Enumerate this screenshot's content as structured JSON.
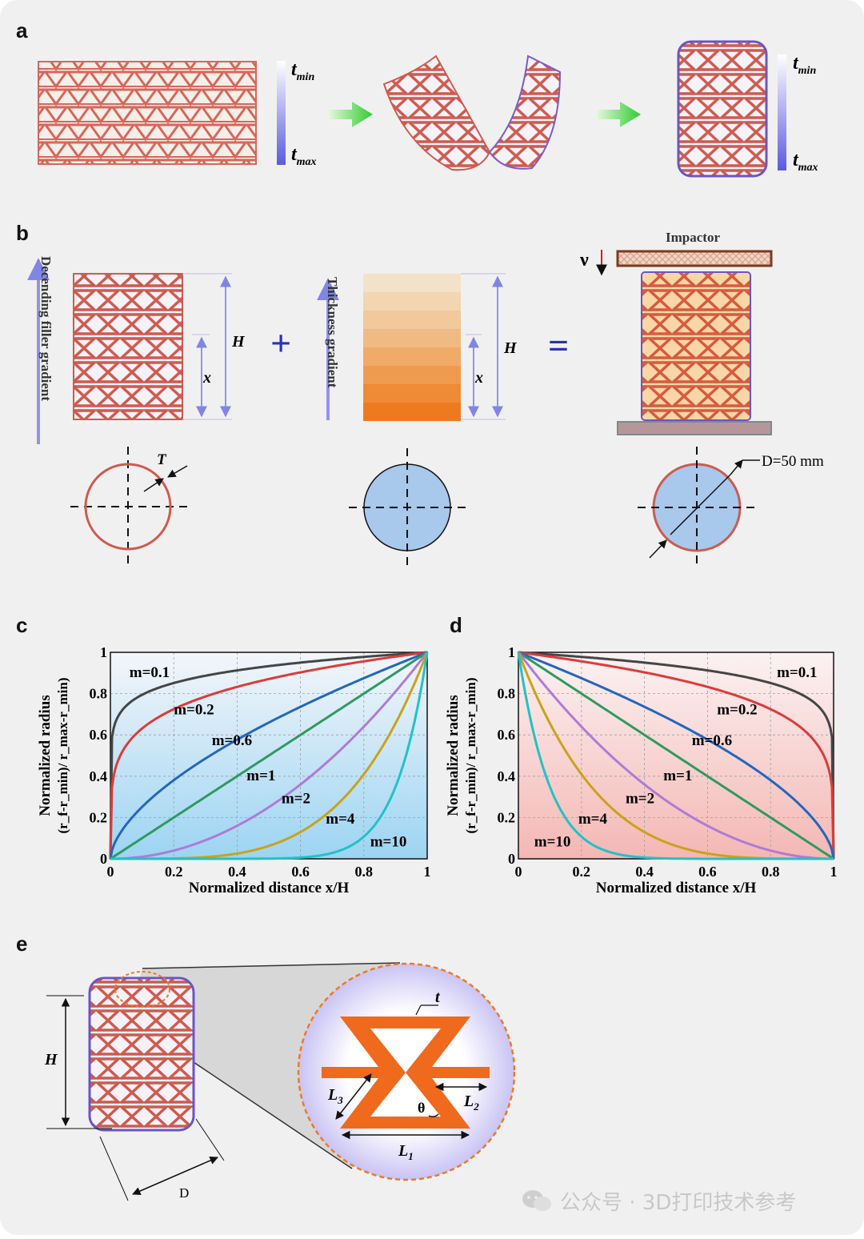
{
  "panels": {
    "a": {
      "label": "a",
      "colorbar_top": "t",
      "colorbar_top_sub": "min",
      "colorbar_bottom": "t",
      "colorbar_bottom_sub": "max"
    },
    "b": {
      "label": "b",
      "left_vertical_label": "Decending filler gradient",
      "mid_vertical_label": "Thickness gradient",
      "dim_H": "H",
      "dim_x": "x",
      "dim_T": "T",
      "plus": "+",
      "equals": "=",
      "impactor_label": "Impactor",
      "velocity_label": "ν",
      "diameter_label": "D=50 mm"
    },
    "e": {
      "label": "e",
      "dim_H": "H",
      "dim_D": "D",
      "dim_t": "t",
      "dim_L1": "L",
      "dim_L1_sub": "1",
      "dim_L2": "L",
      "dim_L2_sub": "2",
      "dim_L3": "L",
      "dim_L3_sub": "3",
      "dim_theta": "θ"
    }
  },
  "chart_data": [
    {
      "type": "line",
      "panel_label": "c",
      "xlabel": "Normalized distance x/H",
      "ylabel": "Normalized radius",
      "ylabel_line2": "(r_f-r_min)/ r_max-r_min)",
      "xlim": [
        0,
        1
      ],
      "ylim": [
        0,
        1
      ],
      "xticks": [
        "0",
        "0.2",
        "0.4",
        "0.6",
        "0.8",
        "1"
      ],
      "yticks": [
        "0",
        "0.2",
        "0.4",
        "0.6",
        "0.8",
        "1"
      ],
      "grid": true,
      "formula": "y = x^m",
      "series": [
        {
          "name": "m=0.1",
          "m": 0.1,
          "color": "#454545"
        },
        {
          "name": "m=0.2",
          "m": 0.2,
          "color": "#dd3b3b"
        },
        {
          "name": "m=0.6",
          "m": 0.6,
          "color": "#2366bf"
        },
        {
          "name": "m=1",
          "m": 1,
          "color": "#2e9a60"
        },
        {
          "name": "m=2",
          "m": 2,
          "color": "#b07ad6"
        },
        {
          "name": "m=4",
          "m": 4,
          "color": "#caa21a"
        },
        {
          "name": "m=10",
          "m": 10,
          "color": "#22c1c8"
        }
      ],
      "annotations": [
        {
          "text": "m=0.1",
          "x": 0.06,
          "y": 0.88
        },
        {
          "text": "m=0.2",
          "x": 0.2,
          "y": 0.7
        },
        {
          "text": "m=0.6",
          "x": 0.32,
          "y": 0.55
        },
        {
          "text": "m=1",
          "x": 0.43,
          "y": 0.38
        },
        {
          "text": "m=2",
          "x": 0.54,
          "y": 0.27
        },
        {
          "text": "m=4",
          "x": 0.68,
          "y": 0.17
        },
        {
          "text": "m=10",
          "x": 0.82,
          "y": 0.06
        }
      ],
      "background": "blue-gradient"
    },
    {
      "type": "line",
      "panel_label": "d",
      "xlabel": "Normalized distance x/H",
      "ylabel": "Normalized radius",
      "ylabel_line2": "(r_f-r_min)/ r_max-r_min)",
      "xlim": [
        0,
        1
      ],
      "ylim": [
        0,
        1
      ],
      "xticks": [
        "0",
        "0.2",
        "0.4",
        "0.6",
        "0.8",
        "1"
      ],
      "yticks": [
        "0",
        "0.2",
        "0.4",
        "0.6",
        "0.8",
        "1"
      ],
      "grid": true,
      "formula": "y = (1-x)^m",
      "series": [
        {
          "name": "m=0.1",
          "m": 0.1,
          "color": "#454545"
        },
        {
          "name": "m=0.2",
          "m": 0.2,
          "color": "#dd3b3b"
        },
        {
          "name": "m=0.6",
          "m": 0.6,
          "color": "#2366bf"
        },
        {
          "name": "m=1",
          "m": 1,
          "color": "#2e9a60"
        },
        {
          "name": "m=2",
          "m": 2,
          "color": "#b07ad6"
        },
        {
          "name": "m=4",
          "m": 4,
          "color": "#caa21a"
        },
        {
          "name": "m=10",
          "m": 10,
          "color": "#22c1c8"
        }
      ],
      "annotations": [
        {
          "text": "m=0.1",
          "x": 0.82,
          "y": 0.88
        },
        {
          "text": "m=0.2",
          "x": 0.63,
          "y": 0.7
        },
        {
          "text": "m=0.6",
          "x": 0.55,
          "y": 0.55
        },
        {
          "text": "m=1",
          "x": 0.46,
          "y": 0.38
        },
        {
          "text": "m=2",
          "x": 0.34,
          "y": 0.27
        },
        {
          "text": "m=4",
          "x": 0.19,
          "y": 0.17
        },
        {
          "text": "m=10",
          "x": 0.05,
          "y": 0.06
        }
      ],
      "background": "pink-gradient"
    }
  ],
  "watermark": {
    "text": "公众号 · 3D打印技术参考",
    "icon": "wechat-icon"
  }
}
